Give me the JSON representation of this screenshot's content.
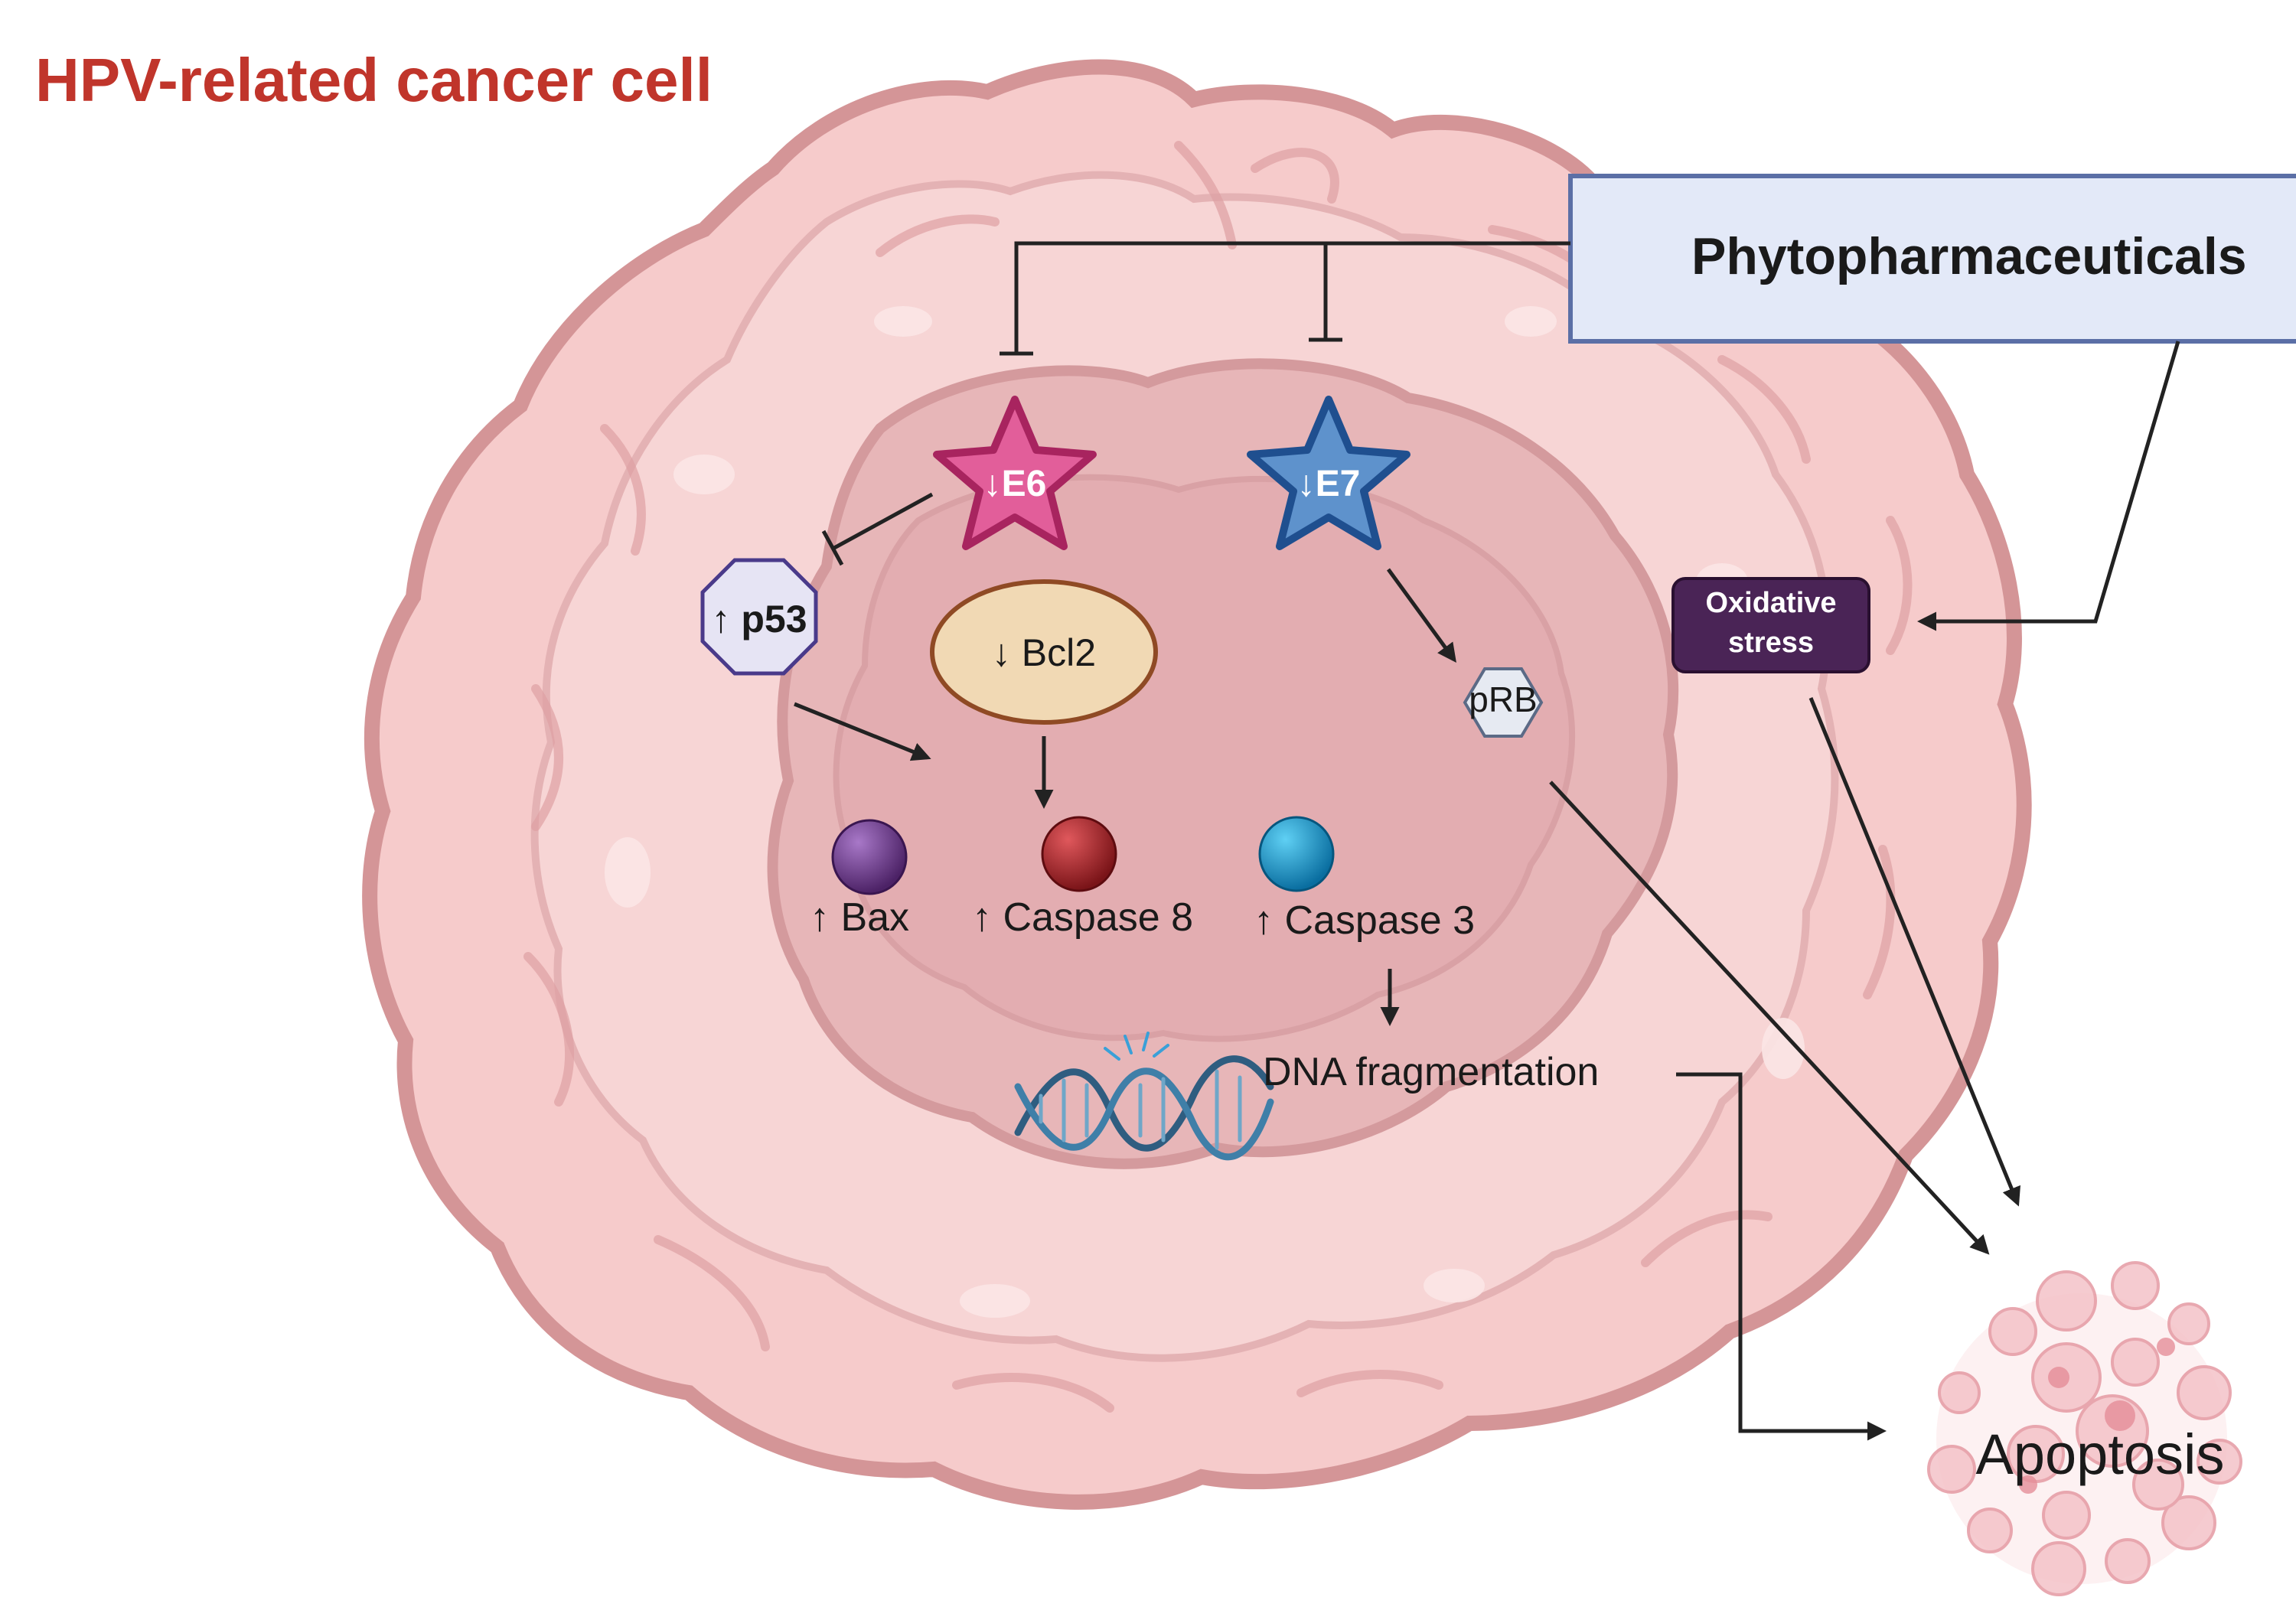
{
  "title": "HPV-related cancer cell",
  "phyto": "Phytopharmaceuticals",
  "e6": "↓E6",
  "e7": "↓E7",
  "p53": "↑ p53",
  "bcl2": "↓ Bcl2",
  "prb": "pRB",
  "bax": "↑ Bax",
  "caspase8": "↑ Caspase 8",
  "caspase3": "↑ Caspase 3",
  "dna": "DNA fragmentation",
  "oxidative_line1": "Oxidative",
  "oxidative_line2": "stress",
  "apoptosis": "Apoptosis",
  "colors": {
    "title": "#c0352b",
    "e6_star": "#e25e9a",
    "e7_star": "#5e92cc",
    "bax": "#6b3a8c",
    "caspase8": "#b2262c",
    "caspase3": "#1f9fd6",
    "oxidative_box": "#4a2456",
    "phyto_box": "#e3e9f8"
  }
}
